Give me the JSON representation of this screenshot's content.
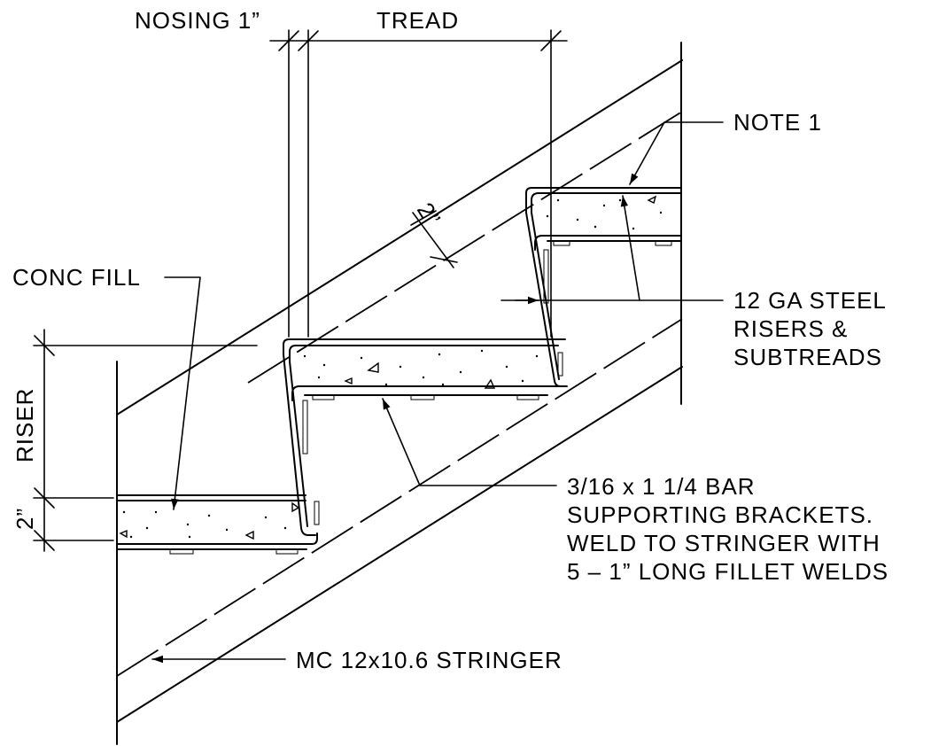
{
  "labels": {
    "nosing": "NOSING 1”",
    "tread": "TREAD",
    "two_inch_diag": "2”",
    "note1": "NOTE 1",
    "conc_fill": "CONC FILL",
    "riser": "RISER",
    "two_inch_left": "2”",
    "steel_line1": "12 GA STEEL",
    "steel_line2": "RISERS &",
    "steel_line3": "SUBTREADS",
    "bar_line1": "3/16 x 1 1/4 BAR",
    "bar_line2": "SUPPORTING BRACKETS.",
    "bar_line3": "WELD TO STRINGER WITH",
    "bar_line4": "5 – 1” LONG FILLET WELDS",
    "stringer": "MC 12x10.6 STRINGER"
  }
}
